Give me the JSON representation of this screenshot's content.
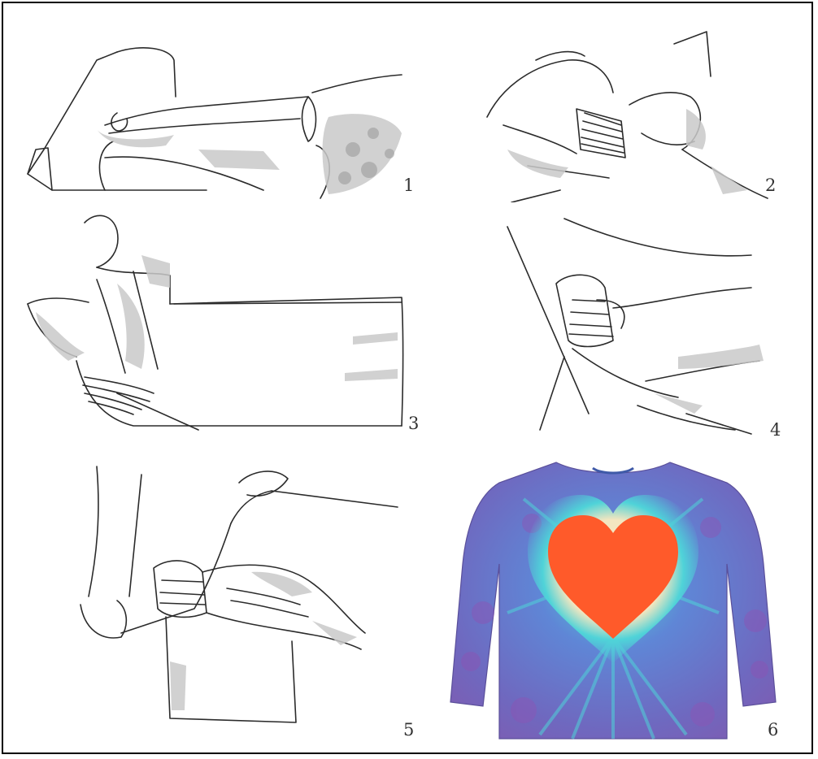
{
  "steps": [
    {
      "number": "1"
    },
    {
      "number": "2"
    },
    {
      "number": "3"
    },
    {
      "number": "4"
    },
    {
      "number": "5"
    },
    {
      "number": "6"
    }
  ],
  "colors": {
    "line": "#2b2b2b",
    "shade": "#c9c9c9",
    "shirt_purple": "#7a5fb5",
    "shirt_blue": "#5f86d6",
    "shirt_cyan": "#4fd3d8",
    "shirt_cream": "#f3e6c0",
    "heart_red": "#ff5a2a"
  }
}
